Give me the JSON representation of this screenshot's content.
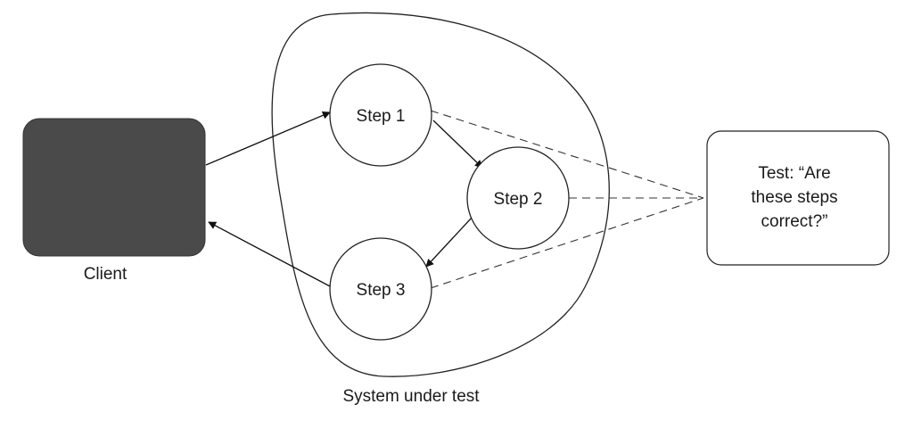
{
  "diagram": {
    "client_label": "Client",
    "system_label": "System under test",
    "steps": [
      "Step 1",
      "Step 2",
      "Step 3"
    ],
    "test_label_lines": [
      "Test: “Are",
      "these steps",
      "correct?”"
    ],
    "colors": {
      "client_fill": "#4a4a4a",
      "stroke": "#222222",
      "background": "#ffffff"
    }
  }
}
